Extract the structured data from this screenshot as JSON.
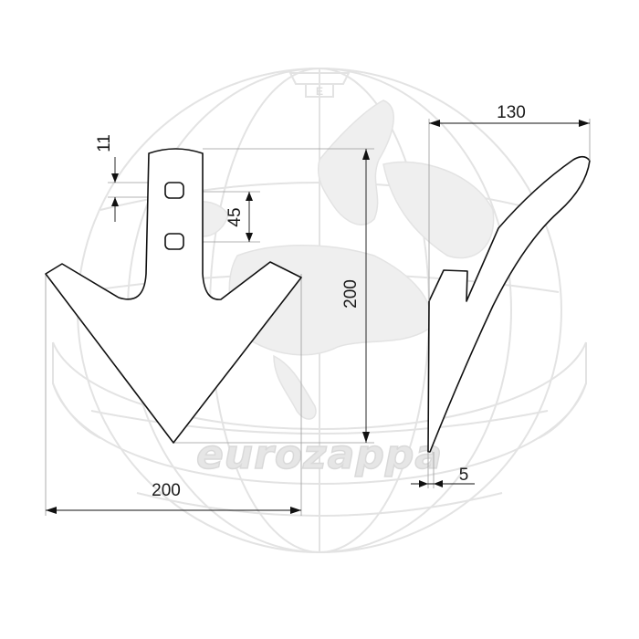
{
  "watermark": {
    "brand": "eurozappa",
    "logo_letter": "E"
  },
  "front_view": {
    "slot_offset": "11",
    "hole_spacing": "45",
    "height": "200",
    "width": "200"
  },
  "side_view": {
    "depth": "130",
    "thickness": "5"
  },
  "colors": {
    "line": "#111111",
    "extension": "#9a9a9a",
    "watermark": "#e3e3e3"
  }
}
